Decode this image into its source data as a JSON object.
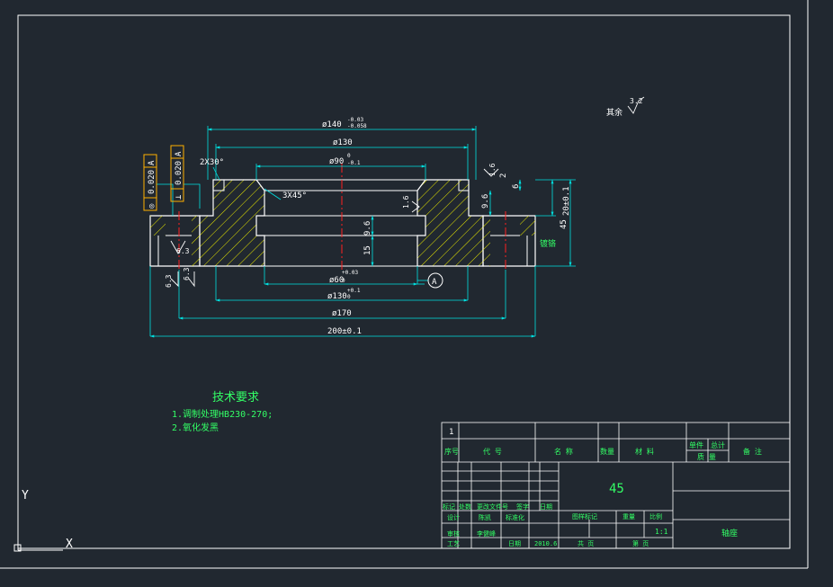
{
  "colors": {
    "background": "#212830",
    "outline": "#ffffff",
    "dimension": "#00e0e0",
    "text_green": "#33ff66",
    "centerline": "#ff2020",
    "hatch": "#e8e800",
    "tolerance_frame": "#ffb000"
  },
  "roughness": {
    "other_label": "其余",
    "other_value": "3.2",
    "left_values": [
      "6.3",
      "6.3",
      "6.3"
    ],
    "bore_value": "1.6",
    "top_value": "1.6"
  },
  "dimensions": {
    "d140": "ø140",
    "d140_tol_upper": "-0.03",
    "d140_tol_lower": "-0.058",
    "d130": "ø130",
    "d90": "ø90",
    "d90_tol_upper": "0",
    "d90_tol_lower": "-0.1",
    "chamfer_outer": "2X30°",
    "chamfer_inner": "3X45°",
    "h9_6_right": "9.6",
    "h9_6_mid": "9.6",
    "h15": "15",
    "h6": "6",
    "h2": "2",
    "h20": "20±0.1",
    "h45": "45",
    "d60": "ø60",
    "d60_tol_upper": "+0.03",
    "d60_tol_lower": "0",
    "d130b": "ø130",
    "d130b_tol_upper": "+0.1",
    "d130b_tol_lower": "0",
    "d170": "ø170",
    "w200": "200±0.1",
    "datum": "A",
    "note_right": "镀铬"
  },
  "tolerance_frames": [
    {
      "symbol": "◎",
      "value": "0.020",
      "datum": "A"
    },
    {
      "symbol": "⊥",
      "value": "0.020",
      "datum": "A"
    }
  ],
  "technical_requirements": {
    "title": "技术要求",
    "items": [
      "1.调制处理HB230-270;",
      "2.氧化发黑"
    ]
  },
  "title_block": {
    "row_number": "1",
    "headers": [
      "序号",
      "代  号",
      "名  称",
      "数量",
      "材  料",
      "单件",
      "总计",
      "备  注"
    ],
    "weight_label": "质  量",
    "material": "45",
    "left_rows": [
      [
        "标记",
        "处数",
        "更改文件号",
        "签字",
        "日期"
      ],
      [
        "设计",
        "陈凯",
        "标准化",
        "",
        ""
      ],
      [
        "审核",
        "李健峰",
        "",
        "",
        ""
      ],
      [
        "工艺",
        "",
        "日期",
        "2010.6",
        ""
      ]
    ],
    "stage_label": "图样标记",
    "weight_col": "重量",
    "scale_label": "比例",
    "scale_value": "1:1",
    "sheet_total": "共  页",
    "sheet_no": "第  页",
    "part_name": "轴座"
  },
  "ucs": {
    "y_label": "Y",
    "x_label": "X"
  }
}
